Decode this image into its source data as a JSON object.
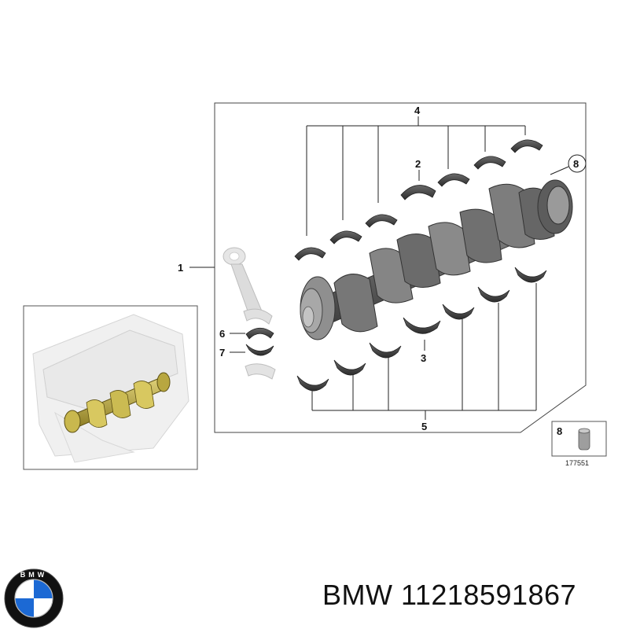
{
  "callouts": {
    "c1": "1",
    "c2": "2",
    "c3": "3",
    "c4": "4",
    "c5": "5",
    "c6": "6",
    "c7": "7",
    "c8": "8"
  },
  "reference_box": {
    "number": "8",
    "code": "177551"
  },
  "logo": {
    "text": "BMW",
    "colors": {
      "blue": "#1c69d4",
      "white": "#ffffff",
      "ring": "#111111"
    }
  },
  "part": {
    "brand": "BMW",
    "number": "11218591867"
  }
}
